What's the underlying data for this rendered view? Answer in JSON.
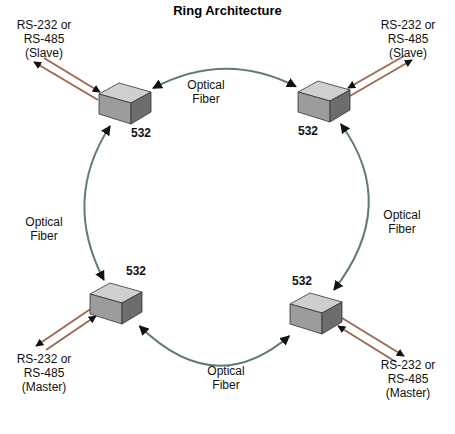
{
  "diagram": {
    "title": "Ring Architecture",
    "nodes": [
      {
        "text": [
          "532"
        ]
      },
      {
        "text": [
          "532"
        ]
      },
      {
        "text": [
          "532"
        ]
      },
      {
        "text": [
          "532"
        ]
      }
    ],
    "edges": [
      {
        "from": 0,
        "to": 1,
        "label": "Optical Fiber",
        "arrow": "both"
      },
      {
        "from": 0,
        "to": 2,
        "label": "Optical Fiber",
        "arrow": "both"
      },
      {
        "from": 1,
        "to": 3,
        "label": "Optical Fiber",
        "arrow": "both"
      },
      {
        "from": 2,
        "to": 3,
        "label": "Optical Fiber",
        "arrow": "both"
      }
    ],
    "labels": [
      "RS-232 or RS-485 (Slave)",
      "RS-232 or RS-485 (Slave)",
      "RS-232 or RS-485 (Master)",
      "RS-232 or RS-485 (Master)"
    ]
  }
}
